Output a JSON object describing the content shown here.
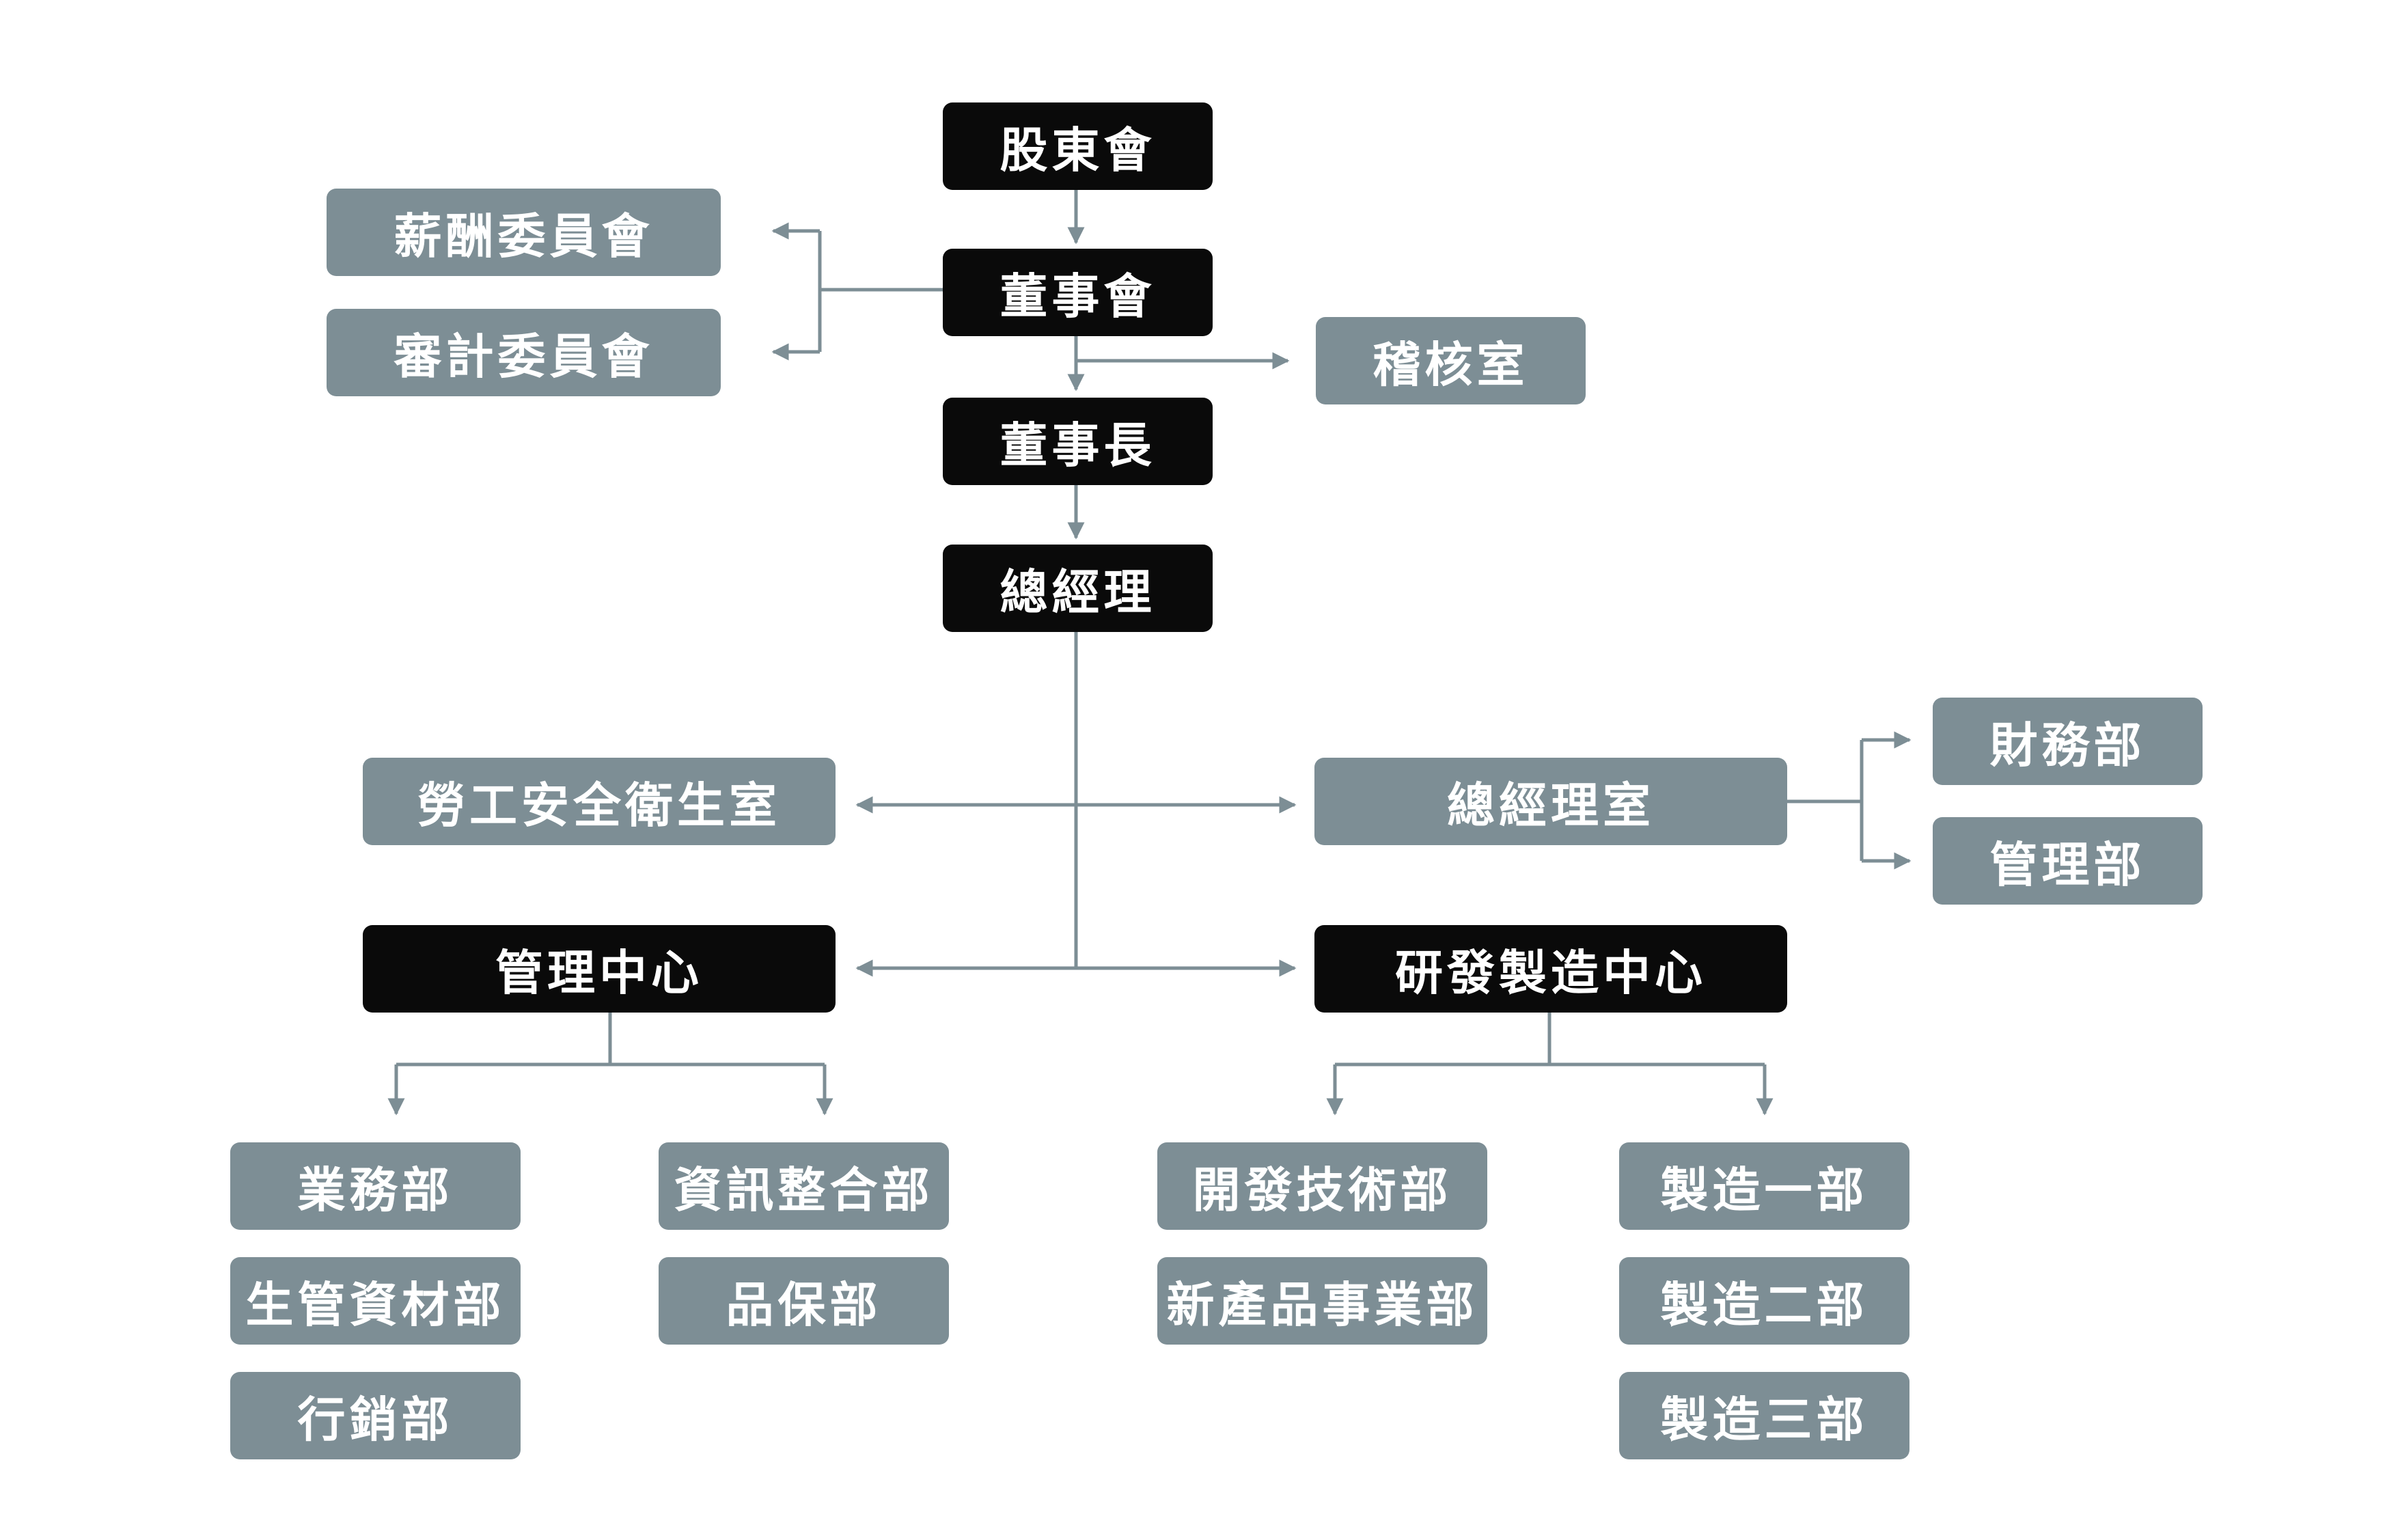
{
  "colors": {
    "dark_box": "#0a0a0a",
    "grey_box": "#7d8e95",
    "connector": "#7d8e95",
    "text": "#ffffff"
  },
  "nodes": {
    "shareholders": "股東會",
    "board": "董事會",
    "chairman": "董事長",
    "president": "總經理",
    "compensation_committee": "薪酬委員會",
    "audit_committee": "審計委員會",
    "internal_audit": "稽核室",
    "labor_safety_office": "勞工安全衛生室",
    "president_office": "總經理室",
    "finance_dept": "財務部",
    "admin_dept": "管理部",
    "management_center": "管理中心",
    "rd_manufacturing_center": "研發製造中心",
    "sales_dept": "業務部",
    "production_materials_dept": "生管資材部",
    "marketing_dept": "行銷部",
    "it_integration_dept": "資訊整合部",
    "quality_assurance_dept": "品保部",
    "development_tech_dept": "開發技術部",
    "new_product_dept": "新產品事業部",
    "manufacturing_1": "製造一部",
    "manufacturing_2": "製造二部",
    "manufacturing_3": "製造三部"
  }
}
